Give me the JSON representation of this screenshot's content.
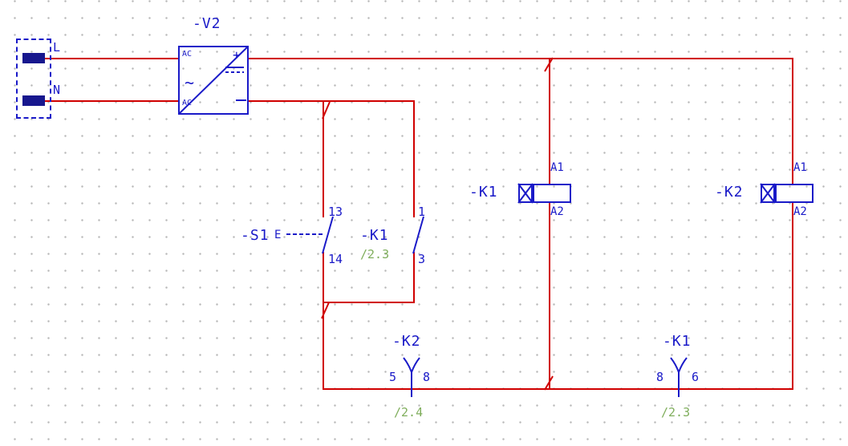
{
  "colors": {
    "wire": "#d00000",
    "symbol": "#1a1ac8",
    "reference": "#7fae5c",
    "terminal_fill": "#17178e",
    "grid_dot": "#b9b9b9",
    "background": "#ffffff"
  },
  "incoming_supply": {
    "line_label": "L",
    "neutral_label": "N"
  },
  "power_supply": {
    "tag": "-V2",
    "input_top": "AC",
    "input_bottom": "AC",
    "ac_symbol": "~",
    "dc_plus": "+"
  },
  "pushbutton_s1": {
    "tag": "-S1",
    "actuator": "E",
    "terminal_top": "13",
    "terminal_bottom": "14"
  },
  "contact_k1_seal_in": {
    "tag": "-K1",
    "cross_reference": "/2.3",
    "terminal_top": "1",
    "terminal_bottom": "3"
  },
  "coil_k1": {
    "tag": "-K1",
    "terminal_top": "A1",
    "terminal_bottom": "A2"
  },
  "coil_k2": {
    "tag": "-K2",
    "terminal_top": "A1",
    "terminal_bottom": "A2"
  },
  "contact_k2_interlock": {
    "tag": "-K2",
    "cross_reference": "/2.4",
    "terminal_left": "5",
    "terminal_right": "8"
  },
  "contact_k1_interlock": {
    "tag": "-K1",
    "cross_reference": "/2.3",
    "terminal_left": "8",
    "terminal_right": "6"
  }
}
